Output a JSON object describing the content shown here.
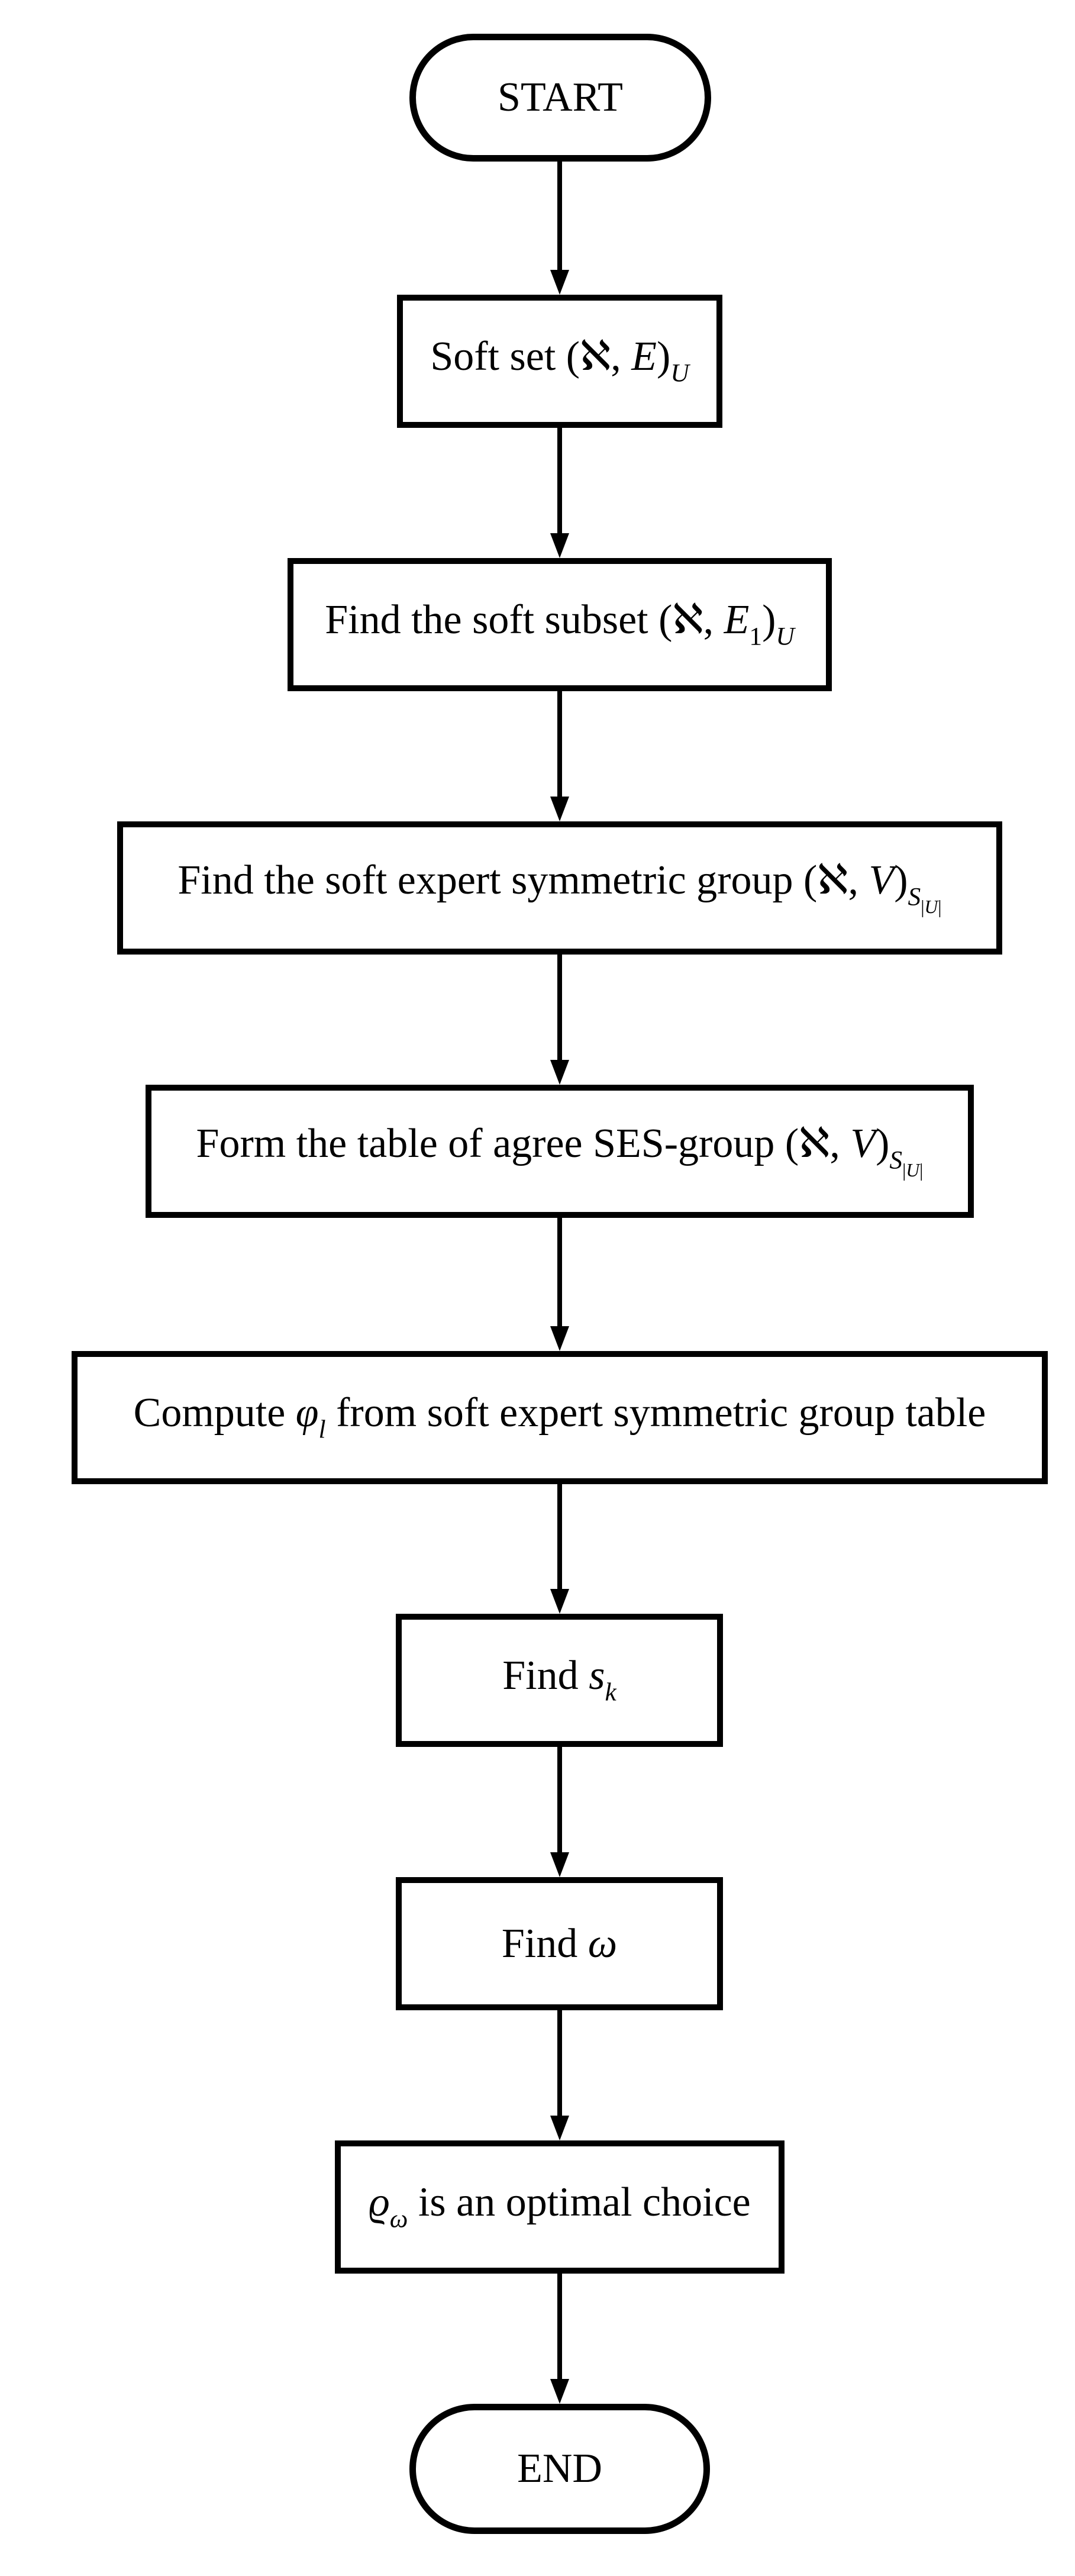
{
  "diagram": {
    "type": "flowchart",
    "colors": {
      "line": "#000000",
      "background": "#ffffff",
      "text": "#000000"
    },
    "nodes": [
      {
        "id": "start",
        "shape": "terminator",
        "label": "START",
        "parts": [
          {
            "t": "START"
          }
        ]
      },
      {
        "id": "soft-set",
        "shape": "process",
        "label": "Soft set (ℵ, E)_U",
        "parts": [
          {
            "t": "Soft set ("
          },
          {
            "t": "ℵ"
          },
          {
            "t": ", "
          },
          {
            "t": "E",
            "i": true
          },
          {
            "t": ")"
          },
          {
            "t": "U",
            "i": true,
            "sub": 1
          }
        ]
      },
      {
        "id": "find-soft-subset",
        "shape": "process",
        "label": "Find the soft subset (ℵ, E_1)_U",
        "parts": [
          {
            "t": "Find the soft subset ("
          },
          {
            "t": "ℵ"
          },
          {
            "t": ", "
          },
          {
            "t": "E",
            "i": true
          },
          {
            "t": "1",
            "sub": 1
          },
          {
            "t": ")"
          },
          {
            "t": "U",
            "i": true,
            "sub": 1
          }
        ]
      },
      {
        "id": "find-soft-expert-symmetric-group",
        "shape": "process",
        "label": "Find the soft expert symmetric group (ℵ, V)_S|U|",
        "parts": [
          {
            "t": "Find the soft expert symmetric group ("
          },
          {
            "t": "ℵ"
          },
          {
            "t": ", "
          },
          {
            "t": "V",
            "i": true
          },
          {
            "t": ")"
          },
          {
            "t": "S",
            "i": true,
            "sub": 1
          },
          {
            "t": "|",
            "sub": 2
          },
          {
            "t": "U",
            "i": true,
            "sub": 2
          },
          {
            "t": "|",
            "sub": 2
          }
        ]
      },
      {
        "id": "form-agree-ses-group-table",
        "shape": "process",
        "label": "Form the table of agree SES-group (ℵ, V)_S|U|",
        "parts": [
          {
            "t": "Form the table of agree SES-group ("
          },
          {
            "t": "ℵ"
          },
          {
            "t": ", "
          },
          {
            "t": "V",
            "i": true
          },
          {
            "t": ")"
          },
          {
            "t": "S",
            "i": true,
            "sub": 1
          },
          {
            "t": "|",
            "sub": 2
          },
          {
            "t": "U",
            "i": true,
            "sub": 2
          },
          {
            "t": "|",
            "sub": 2
          }
        ]
      },
      {
        "id": "compute-phi",
        "shape": "process",
        "label": "Compute φ_l from soft expert symmetric group table",
        "parts": [
          {
            "t": "Compute "
          },
          {
            "t": "φ",
            "i": true
          },
          {
            "t": "l",
            "i": true,
            "sub": 1
          },
          {
            "t": " from soft expert symmetric group table"
          }
        ]
      },
      {
        "id": "find-sk",
        "shape": "process",
        "label": "Find s_k",
        "parts": [
          {
            "t": "Find "
          },
          {
            "t": "s",
            "i": true
          },
          {
            "t": "k",
            "i": true,
            "sub": 1
          }
        ]
      },
      {
        "id": "find-omega",
        "shape": "process",
        "label": "Find ω",
        "parts": [
          {
            "t": "Find "
          },
          {
            "t": "ω",
            "i": true
          }
        ]
      },
      {
        "id": "optimal-choice",
        "shape": "process",
        "label": "ϱ_ω is an optimal choice",
        "parts": [
          {
            "t": "ϱ",
            "i": true
          },
          {
            "t": "ω",
            "i": true,
            "sub": 1
          },
          {
            "t": " is an optimal choice"
          }
        ]
      },
      {
        "id": "end",
        "shape": "terminator",
        "label": "END",
        "parts": [
          {
            "t": "END"
          }
        ]
      }
    ],
    "connectors": [
      {
        "from": "start",
        "to": "soft-set"
      },
      {
        "from": "soft-set",
        "to": "find-soft-subset"
      },
      {
        "from": "find-soft-subset",
        "to": "find-soft-expert-symmetric-group"
      },
      {
        "from": "find-soft-expert-symmetric-group",
        "to": "form-agree-ses-group-table"
      },
      {
        "from": "form-agree-ses-group-table",
        "to": "compute-phi"
      },
      {
        "from": "compute-phi",
        "to": "find-sk"
      },
      {
        "from": "find-sk",
        "to": "find-omega"
      },
      {
        "from": "find-omega",
        "to": "optimal-choice"
      },
      {
        "from": "optimal-choice",
        "to": "end"
      }
    ]
  }
}
